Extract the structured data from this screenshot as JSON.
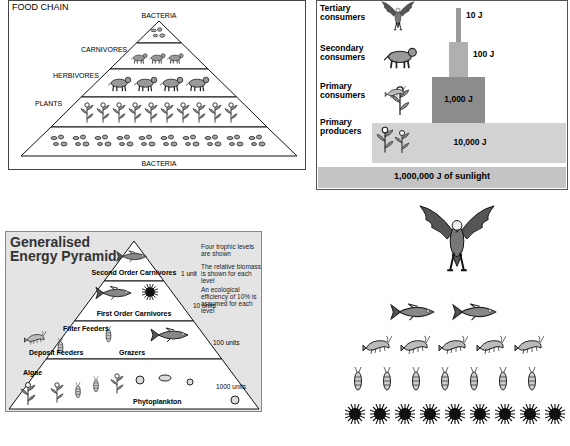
{
  "diagram": {
    "nodes": [
      {
        "text": [
          "FOOD CHAIN"
        ]
      },
      {
        "text": [
          "BACTERIA"
        ],
        "in": 0
      },
      {
        "text": [
          "CARNIVORES"
        ],
        "in": 0
      },
      {
        "text": [
          "HERBIVORES"
        ],
        "in": 0
      },
      {
        "text": [
          "PLANTS"
        ],
        "in": 0
      },
      {
        "text": [
          "BACTERIA"
        ],
        "in": 0
      },
      {
        "text": [
          "Tertiary consumers",
          "10 J"
        ]
      },
      {
        "text": [
          "Secondary consumers",
          "100 J"
        ]
      },
      {
        "text": [
          "Primary consumers",
          "1,000 J"
        ]
      },
      {
        "text": [
          "Primary producers",
          "10,000 J"
        ]
      },
      {
        "text": [
          "1,000,000 J of sunlight"
        ]
      },
      {
        "text": [
          "Generalised Energy Pyramid",
          "Four trophic levels are shown",
          "The relative biomass is shown for each level",
          "An ecological efficiency of 10% is assumed for each level"
        ]
      },
      {
        "text": [
          "Second Order Carnivores",
          "1 unit"
        ],
        "in": 11
      },
      {
        "text": [
          "First Order Carnivores",
          "10 units"
        ],
        "in": 11
      },
      {
        "text": [
          "Filter Feeders",
          "Deposit Feeders",
          "Grazers",
          "100 units"
        ],
        "in": 11
      },
      {
        "text": [
          "Algae",
          "Phytoplankton",
          "1000 units"
        ],
        "in": 11
      }
    ]
  }
}
